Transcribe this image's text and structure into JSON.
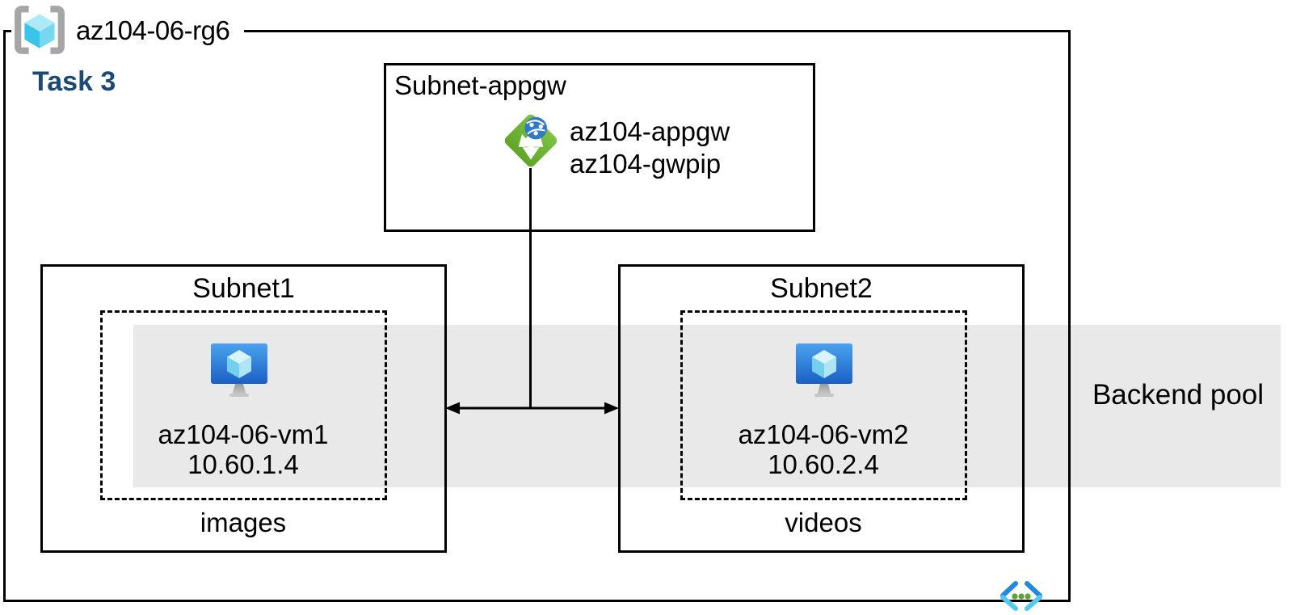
{
  "resource_group": {
    "icon": "resource-group-icon",
    "label": "az104-06-rg6"
  },
  "task_label": "Task 3",
  "appgw_subnet": {
    "label": "Subnet-appgw",
    "gateway_icon": "application-gateway-icon",
    "gateway_name": "az104-appgw",
    "gateway_pip": "az104-gwpip"
  },
  "subnet1": {
    "label": "Subnet1",
    "vm_icon": "virtual-machine-icon",
    "vm_name": "az104-06-vm1",
    "vm_ip": "10.60.1.4",
    "caption": "images"
  },
  "subnet2": {
    "label": "Subnet2",
    "vm_icon": "virtual-machine-icon",
    "vm_name": "az104-06-vm2",
    "vm_ip": "10.60.2.4",
    "caption": "videos"
  },
  "backend_pool": {
    "label": "Backend pool"
  },
  "vnet_icon": "virtual-network-icon",
  "colors": {
    "task_label_blue": "#1B4A73",
    "backend_pool_band": "#E9E9E9",
    "line_black": "#000000",
    "gateway_green_light": "#7FC345",
    "gateway_green_dark": "#5FA527",
    "gateway_globe_blue": "#2F79C9",
    "vm_monitor_blue_top": "#4AA3EF",
    "vm_monitor_blue_bottom": "#1A5FC4",
    "cube_cyan_top": "#D8F3FC",
    "cube_cyan_left": "#74CFEC",
    "cube_cyan_right": "#ADE5F6",
    "bracket_gray": "#A6A6A6",
    "vnet_chevron_blue": "#2488DD",
    "vnet_chevron_cyan": "#53C9F1",
    "vnet_dot_green": "#5BA633"
  }
}
